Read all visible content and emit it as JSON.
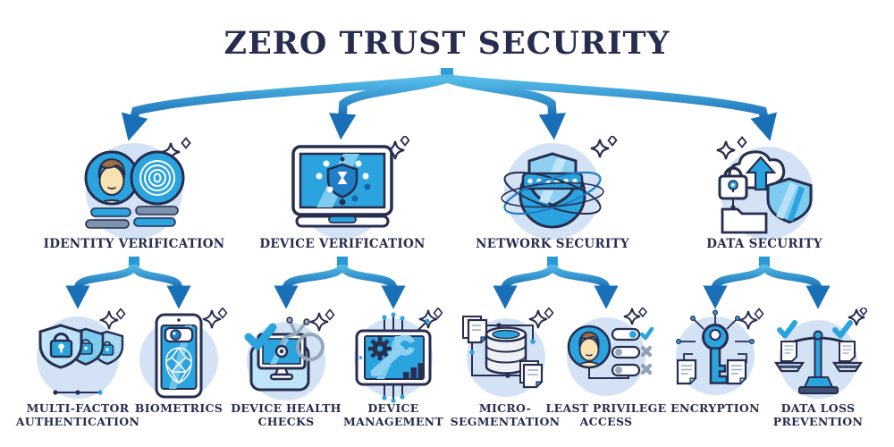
{
  "title": "ZERO TRUST SECURITY",
  "colors": {
    "navy_outline_text": "#272d4e",
    "arrow_gradient_light": "#55bce9",
    "arrow_gradient_dark": "#1a70b6",
    "stem_blue": "#2a97d6",
    "icon_blue": "#2ba3df",
    "icon_blue_dark": "#1f7ec6",
    "icon_blue_light": "#7ecbf0",
    "circle_background": "#d3e3f5",
    "gray_blue": "#7d93ab",
    "skin": "#f7e3b2",
    "hair": "#9b6e44",
    "white": "#ffffff"
  },
  "categories": [
    {
      "label": "IDENTITY VERIFICATION",
      "icon": "identity-verification-icon",
      "children": [
        {
          "label": "MULTI-FACTOR AUTHENTICATION",
          "icon": "multi-factor-authentication-icon"
        },
        {
          "label": "BIOMETRICS",
          "icon": "biometrics-icon"
        }
      ]
    },
    {
      "label": "DEVICE VERIFICATION",
      "icon": "device-verification-icon",
      "children": [
        {
          "label": "DEVICE HEALTH CHECKS",
          "icon": "device-health-checks-icon"
        },
        {
          "label": "DEVICE MANAGEMENT",
          "icon": "device-management-icon"
        }
      ]
    },
    {
      "label": "NETWORK SECURITY",
      "icon": "network-security-icon",
      "children": [
        {
          "label": "MICRO-SEGMENTATION",
          "icon": "micro-segmentation-icon"
        },
        {
          "label": "LEAST PRIVILEGE ACCESS",
          "icon": "least-privilege-access-icon"
        }
      ]
    },
    {
      "label": "DATA SECURITY",
      "icon": "data-security-icon",
      "children": [
        {
          "label": "ENCRYPTION",
          "icon": "encryption-icon"
        },
        {
          "label": "DATA LOSS PREVENTION",
          "icon": "data-loss-prevention-icon"
        }
      ]
    }
  ]
}
